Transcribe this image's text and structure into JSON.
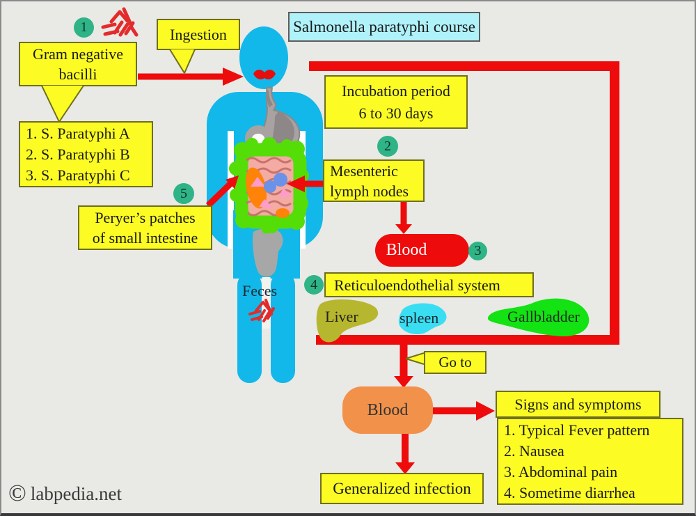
{
  "title": "Salmonella paratyphi course",
  "badges": {
    "b1": "1",
    "b2": "2",
    "b3": "3",
    "b4": "4",
    "b5": "5"
  },
  "left": {
    "ingestion": "Ingestion",
    "gram_line1": "Gram negative",
    "gram_line2": "bacilli",
    "serotypes": [
      "1. S. Paratyphi A",
      "2. S. Paratyphi B",
      "3. S. Paratyphi C"
    ],
    "peryer_line1": "Peryer’s patches",
    "peryer_line2": "of small intestine",
    "feces": "Feces"
  },
  "flow": {
    "incubation_line1": "Incubation period",
    "incubation_line2": "6 to 30 days",
    "mesenteric_line1": "Mesenteric",
    "mesenteric_line2": "lymph nodes",
    "blood_primary": "Blood",
    "reticulo": "Reticuloendothelial system",
    "organs": {
      "liver": "Liver",
      "spleen": "spleen",
      "gallbladder": "Gallbladder"
    },
    "goto": "Go to",
    "blood_secondary": "Blood",
    "signs_title": "Signs and symptoms",
    "symptoms": [
      "1. Typical Fever pattern",
      "2. Nausea",
      "3. Abdominal pain",
      "4. Sometime diarrhea"
    ],
    "generalized": "Generalized infection"
  },
  "footer": {
    "copyright": "©",
    "site": "labpedia.net"
  },
  "colors": {
    "accent_red": "#ee0b0b",
    "box_yellow": "#fcfc24",
    "title_cyan": "#b0f2fa",
    "badge_green": "#2eb486",
    "body_cyan": "#12b8e9",
    "blood_red_box": "#ee0b0b",
    "blood_orange_box": "#f2914a",
    "liver_olive": "#b7b72f",
    "spleen_cyan": "#3adef2",
    "gallbladder_green": "#13e213",
    "intestine_green": "#55dd08",
    "stomach_gray": "#a9a2a2"
  }
}
